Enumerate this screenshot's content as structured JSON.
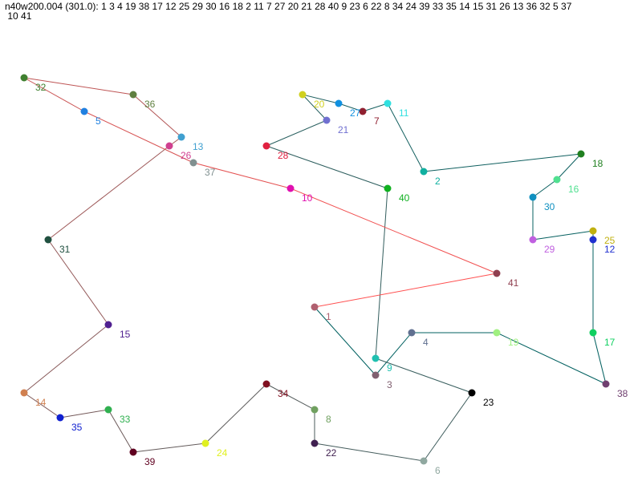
{
  "title_line1": "n40w200.004 (301.0): 1 3 4 19 38 17 12 25 29 30 16 18 2 11 7 27 20 21 28 40 9 23 6 22 8 34 24 39 33 35 14 15 31 26 13 36 32 5 37",
  "title_line2": "10 41",
  "tour": [
    1,
    3,
    4,
    19,
    38,
    17,
    12,
    25,
    29,
    30,
    16,
    18,
    2,
    11,
    7,
    27,
    20,
    21,
    28,
    40,
    9,
    23,
    6,
    22,
    8,
    34,
    24,
    39,
    33,
    35,
    14,
    15,
    31,
    26,
    13,
    36,
    32,
    5,
    37,
    10,
    41
  ],
  "edge_color_start": "#006060",
  "edge_color_end": "#ff5050",
  "nodes": {
    "1": {
      "label": "1",
      "color": "#b06070"
    },
    "2": {
      "label": "2",
      "color": "#10b0a0"
    },
    "3": {
      "label": "3",
      "color": "#806070"
    },
    "4": {
      "label": "4",
      "color": "#607090"
    },
    "5": {
      "label": "5",
      "color": "#2080e0"
    },
    "6": {
      "label": "6",
      "color": "#90a8a0"
    },
    "7": {
      "label": "7",
      "color": "#902030"
    },
    "8": {
      "label": "8",
      "color": "#70a060"
    },
    "9": {
      "label": "9",
      "color": "#20c0b0"
    },
    "10": {
      "label": "10",
      "color": "#e010b0"
    },
    "11": {
      "label": "11",
      "color": "#30e0e0"
    },
    "12": {
      "label": "12",
      "color": "#2030d0"
    },
    "13": {
      "label": "13",
      "color": "#40a0d0"
    },
    "14": {
      "label": "14",
      "color": "#d08050"
    },
    "15": {
      "label": "15",
      "color": "#502090"
    },
    "16": {
      "label": "16",
      "color": "#50e090"
    },
    "17": {
      "label": "17",
      "color": "#10d060"
    },
    "18": {
      "label": "18",
      "color": "#208020"
    },
    "19": {
      "label": "19",
      "color": "#a0f080"
    },
    "20": {
      "label": "20",
      "color": "#d0d020"
    },
    "21": {
      "label": "21",
      "color": "#7070d0"
    },
    "22": {
      "label": "22",
      "color": "#402050"
    },
    "23": {
      "label": "23",
      "color": "#000000"
    },
    "24": {
      "label": "24",
      "color": "#e0f020"
    },
    "25": {
      "label": "25",
      "color": "#c0b010"
    },
    "26": {
      "label": "26",
      "color": "#d04090"
    },
    "27": {
      "label": "27",
      "color": "#1090e0"
    },
    "28": {
      "label": "28",
      "color": "#e02040"
    },
    "29": {
      "label": "29",
      "color": "#c060e0"
    },
    "30": {
      "label": "30",
      "color": "#1090c0"
    },
    "31": {
      "label": "31",
      "color": "#205040"
    },
    "32": {
      "label": "32",
      "color": "#408030"
    },
    "33": {
      "label": "33",
      "color": "#30b050"
    },
    "34": {
      "label": "34",
      "color": "#801020"
    },
    "35": {
      "label": "35",
      "color": "#1020d0"
    },
    "36": {
      "label": "36",
      "color": "#608040"
    },
    "37": {
      "label": "37",
      "color": "#809090"
    },
    "38": {
      "label": "38",
      "color": "#704070"
    },
    "39": {
      "label": "39",
      "color": "#600020"
    },
    "40": {
      "label": "40",
      "color": "#10b020"
    },
    "41": {
      "label": "41",
      "color": "#904050"
    }
  }
}
